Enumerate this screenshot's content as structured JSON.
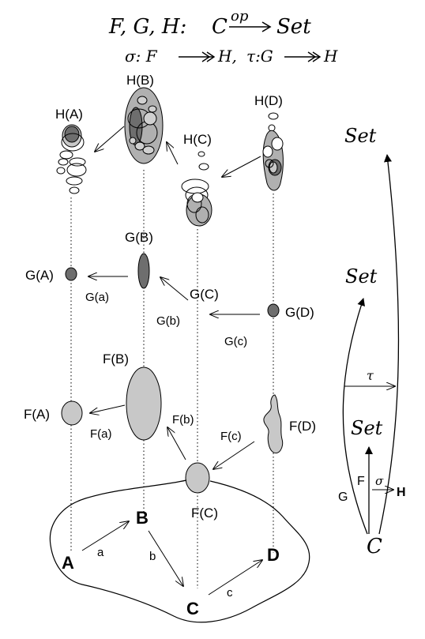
{
  "title": {
    "line1_prefix": "F, G, H:",
    "line1_category": "C",
    "line1_sup": "op",
    "line1_target": "Set",
    "line2_sigma": "σ: F",
    "line2_h": "H,",
    "line2_tau": "τ:G",
    "line2_h2": "H"
  },
  "objects": {
    "a": "A",
    "b": "B",
    "c": "C",
    "d": "D"
  },
  "morphisms": {
    "a": "a",
    "b": "b",
    "c": "c"
  },
  "H": {
    "A": "H(A)",
    "B": "H(B)",
    "C": "H(C)",
    "D": "H(D)"
  },
  "G": {
    "A": "G(A)",
    "B": "G(B)",
    "C": "G(C)",
    "D": "G(D)",
    "a": "G(a)",
    "b": "G(b)",
    "c": "G(c)"
  },
  "F": {
    "A": "F(A)",
    "B": "F(B)",
    "C": "F(C)",
    "D": "F(D)",
    "a": "F(a)",
    "b": "F(b)",
    "c": "F(c)"
  },
  "right": {
    "set_top": "Set",
    "set_mid": "Set",
    "set_low": "Set",
    "tau": "τ",
    "sigma": "σ",
    "F": "F",
    "G": "G",
    "H": "H",
    "C": "C"
  },
  "colors": {
    "fill_light": "#c8c8c8",
    "fill_mid": "#a8a8a8",
    "fill_dark": "#6e6e6e",
    "ink": "#000000"
  }
}
